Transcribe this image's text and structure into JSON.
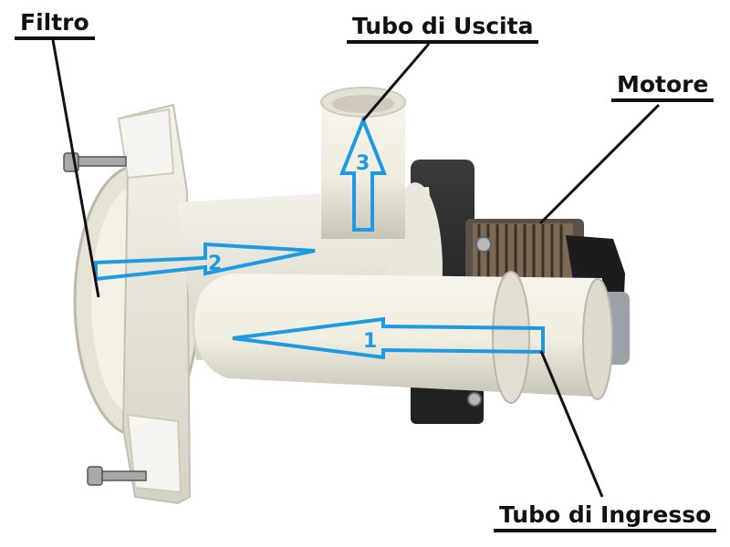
{
  "labels": {
    "filter": "Filtro",
    "outlet_pipe": "Tubo di Uscita",
    "motor": "Motore",
    "inlet_pipe": "Tubo di Ingresso"
  },
  "arrows": {
    "step1": "1",
    "step2": "2",
    "step3": "3"
  },
  "colors": {
    "arrow": "#1e9be0",
    "plastic": "#f2efe6",
    "motor_body": "#2a2a2a",
    "leader_line": "#111111"
  }
}
